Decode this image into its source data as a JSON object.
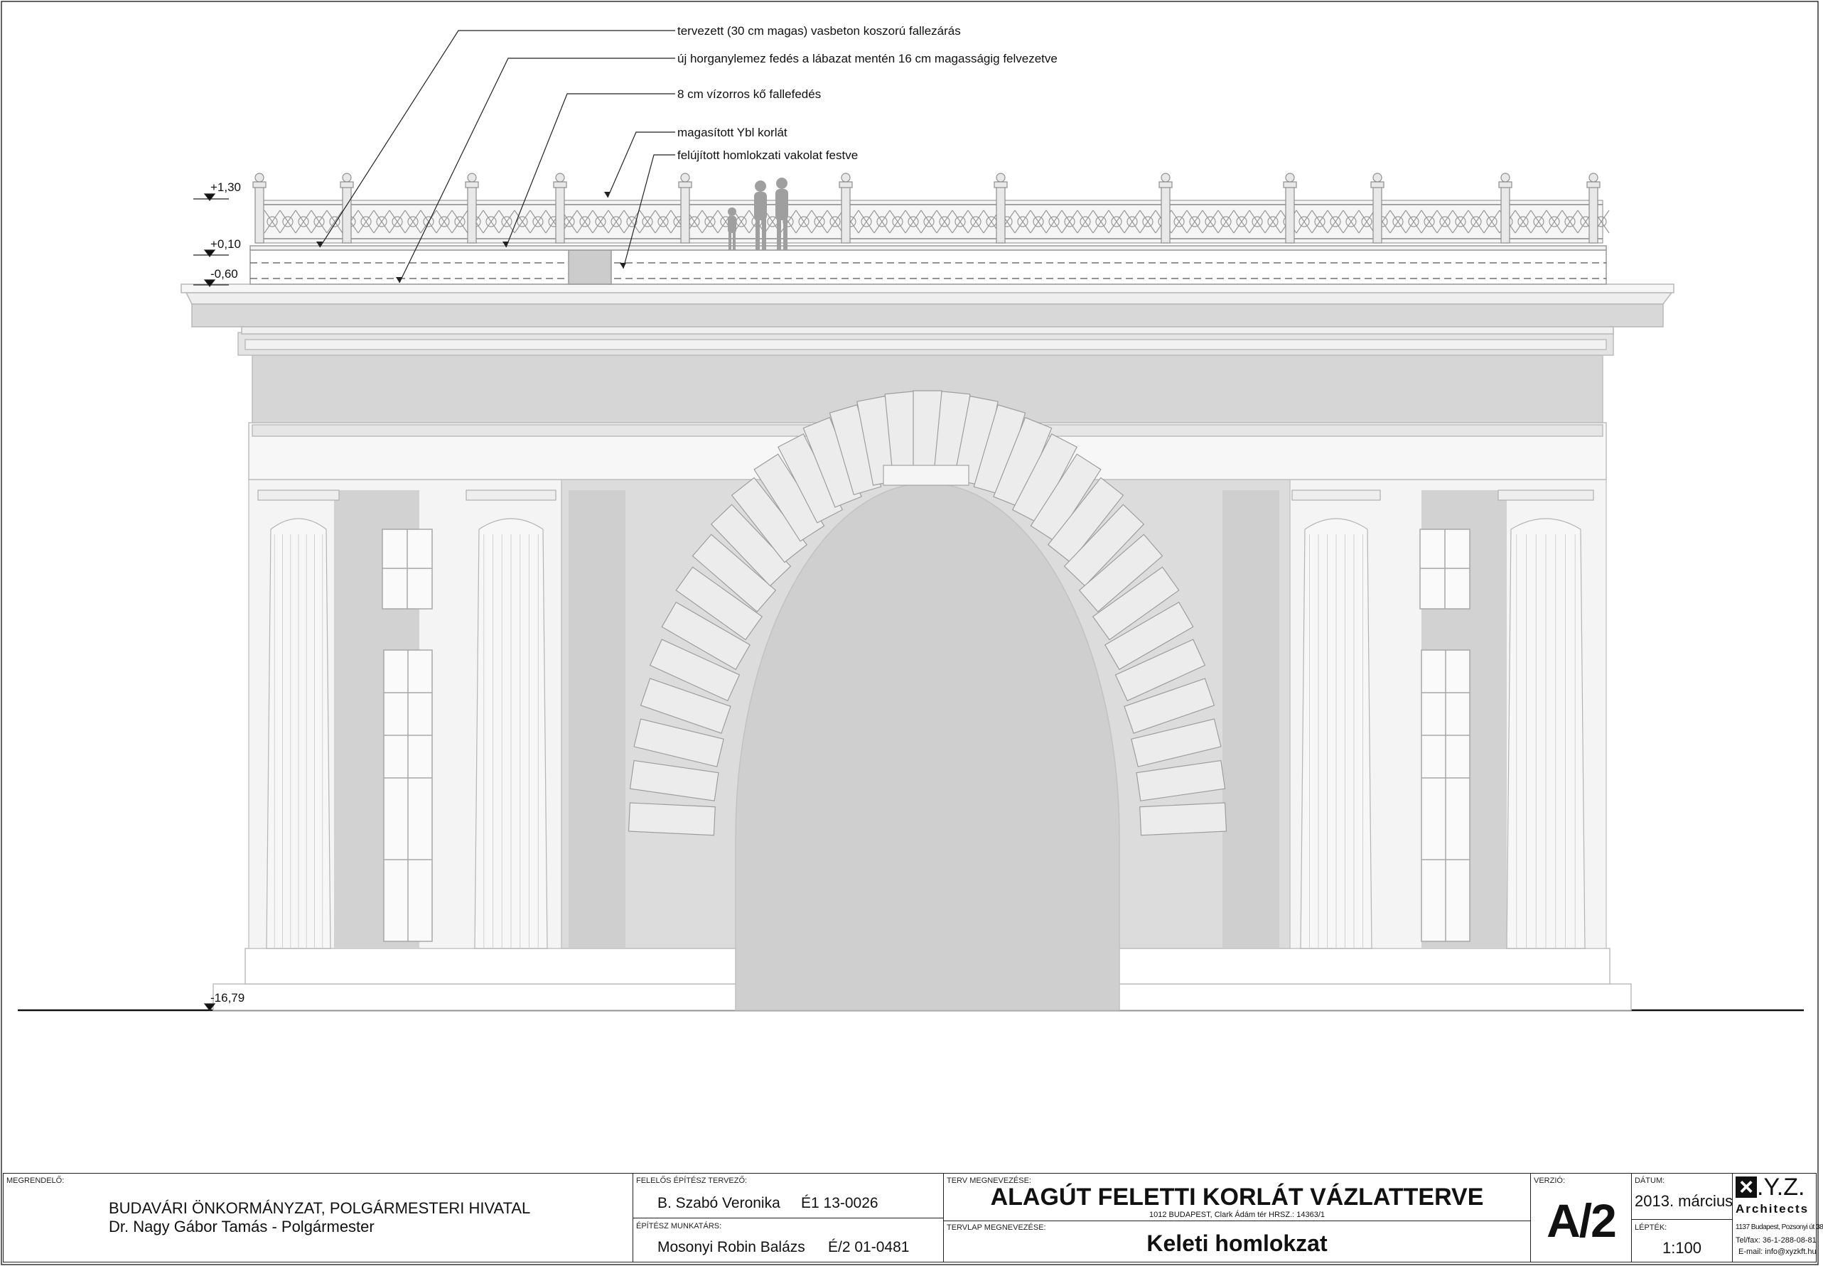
{
  "annotations": [
    "tervezett (30 cm magas) vasbeton koszorú fallezárás",
    "új horganylemez fedés a lábazat mentén 16 cm magasságig felvezetve",
    "8 cm vízorros kő fallefedés",
    "magasított Ybl korlát",
    "felújított homlokzati vakolat festve"
  ],
  "levels": [
    "+1,30",
    "+0,10",
    "-0,60",
    "-16,79"
  ],
  "titleblock": {
    "client_label": "MEGRENDELŐ:",
    "client_line1": "BUDAVÁRI ÖNKORMÁNYZAT, POLGÁRMESTERI HIVATAL",
    "client_line2": "Dr. Nagy Gábor Tamás - Polgármester",
    "designer_label": "FELELŐS ÉPÍTÉSZ TERVEZŐ:",
    "designer_name": "B. Szabó Veronika",
    "designer_id": "É1 13-0026",
    "associate_label": "ÉPÍTÉSZ MUNKATÁRS:",
    "associate_name": "Mosonyi Robin Balázs",
    "associate_id": "É/2 01-0481",
    "project_label": "TERV MEGNEVEZÉSE:",
    "project_title": "ALAGÚT FELETTI KORLÁT VÁZLATTERVE",
    "project_address": "1012 BUDAPEST, Clark Ádám tér HRSZ.: 14363/1",
    "sheet_label": "TERVLAP MEGNEVEZÉSE:",
    "sheet_title": "Keleti homlokzat",
    "version_label": "VERZIÓ:",
    "version": "A/2",
    "date_label": "DÁTUM:",
    "date": "2013. március",
    "scale_label": "LÉPTÉK:",
    "scale": "1:100",
    "logo_text": ".Y.Z.",
    "logo_sub": "Architects",
    "firm_address": "1137 Budapest, Pozsonyi út 38",
    "firm_phone": "Tel/fax: 36-1-288-08-81",
    "firm_email": "E-mail: info@xyzkft.hu"
  }
}
